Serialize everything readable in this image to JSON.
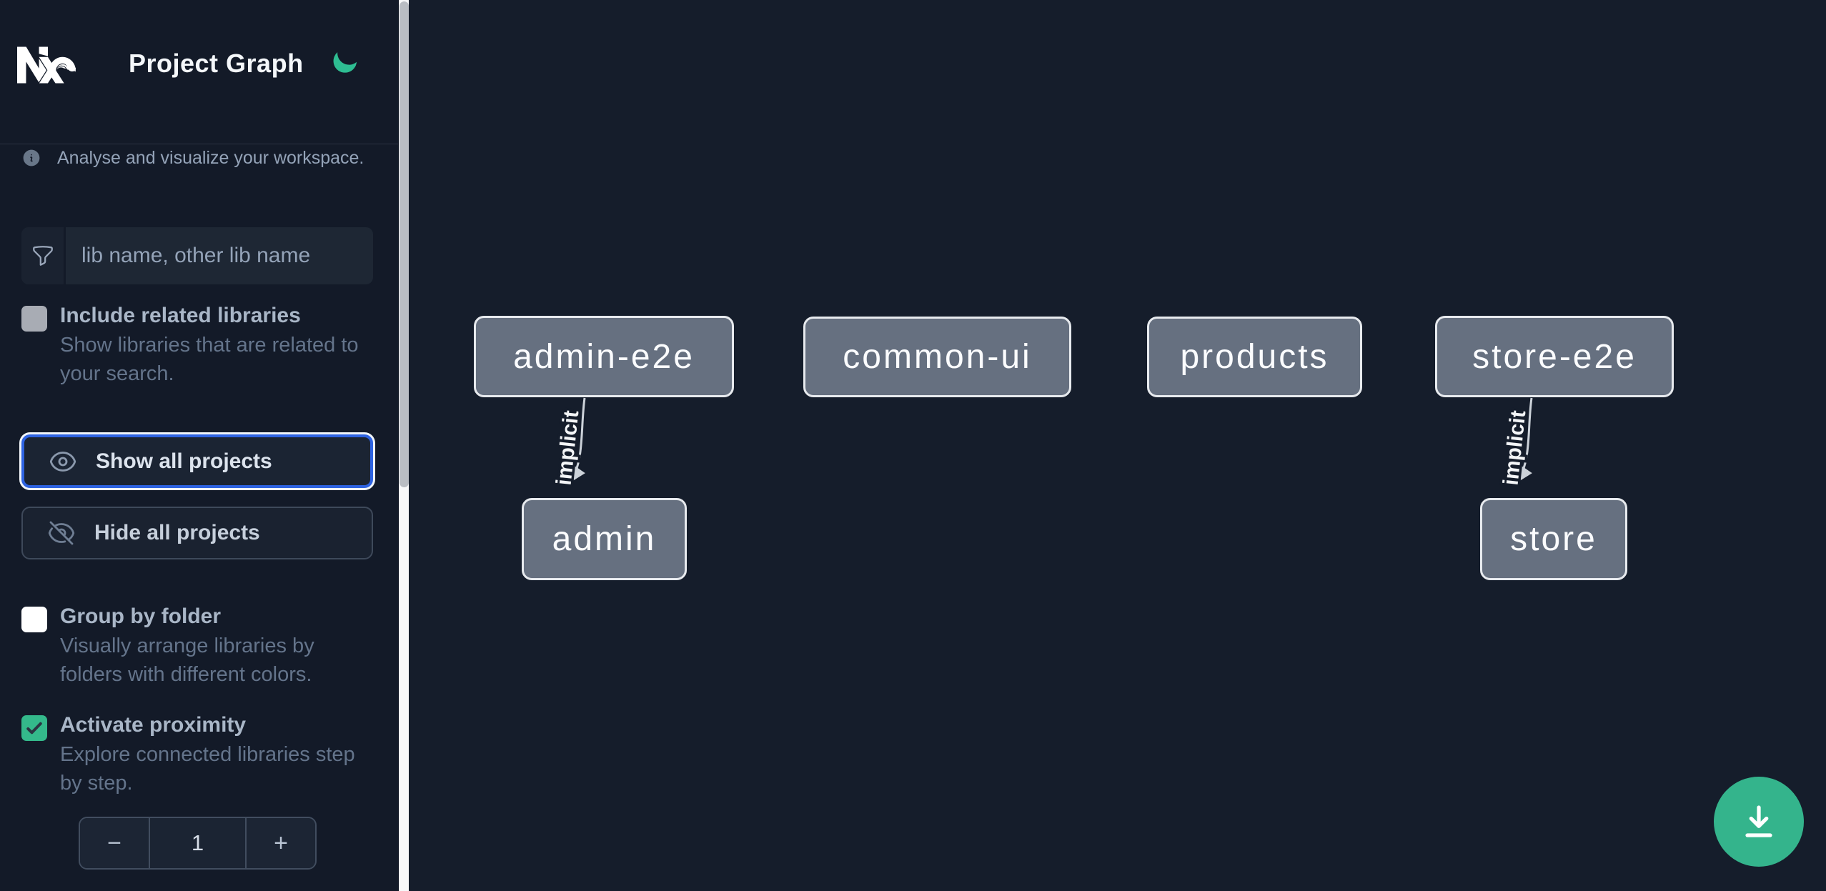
{
  "header": {
    "title": "Project Graph"
  },
  "info_banner": {
    "text": "Analyse and visualize your workspace."
  },
  "search": {
    "placeholder": "lib name, other lib name",
    "value": ""
  },
  "options": [
    {
      "label": "Include related libraries",
      "description": "Show libraries that are related to your search.",
      "checked": false
    },
    {
      "label": "Group by folder",
      "description": "Visually arrange libraries by folders with different colors.",
      "checked": false
    },
    {
      "label": "Activate proximity",
      "description": "Explore connected libraries step by step.",
      "checked": true
    }
  ],
  "buttons": {
    "show_all": {
      "label": "Show all projects"
    },
    "hide_all": {
      "label": "Hide all projects"
    }
  },
  "stepper": {
    "decrement": "−",
    "value": "1",
    "increment": "+"
  },
  "graph": {
    "nodes": [
      {
        "id": "admin-e2e",
        "label": "admin-e2e"
      },
      {
        "id": "common-ui",
        "label": "common-ui"
      },
      {
        "id": "products",
        "label": "products"
      },
      {
        "id": "store-e2e",
        "label": "store-e2e"
      },
      {
        "id": "admin",
        "label": "admin"
      },
      {
        "id": "store",
        "label": "store"
      }
    ],
    "edges": [
      {
        "source": "admin-e2e",
        "target": "admin",
        "label": "implicit"
      },
      {
        "source": "store-e2e",
        "target": "store",
        "label": "implicit"
      }
    ]
  },
  "colors": {
    "accent_green": "#34b98b",
    "focus_blue": "#2e63e2",
    "node_fill": "#667080",
    "sidebar_bg": "#131a28",
    "canvas_bg": "#151d2b"
  }
}
